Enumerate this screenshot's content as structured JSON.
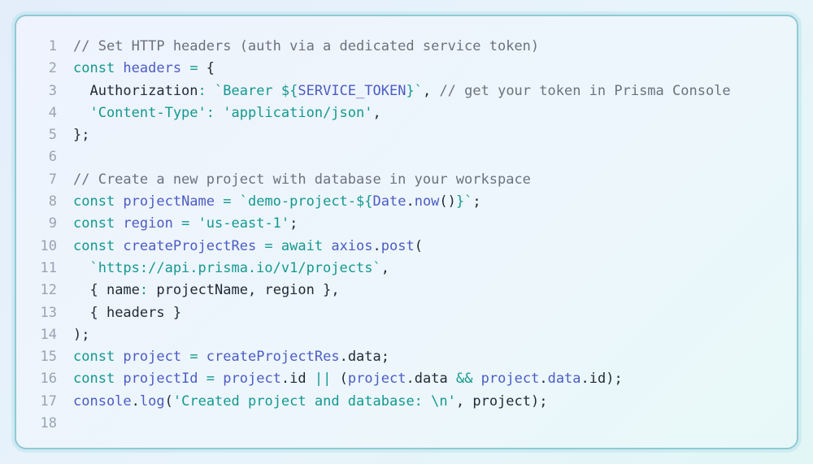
{
  "code": {
    "lines": [
      {
        "n": "1",
        "tokens": [
          {
            "t": "// Set HTTP headers (auth via a dedicated service token)",
            "c": "comment"
          }
        ]
      },
      {
        "n": "2",
        "tokens": [
          {
            "t": "const ",
            "c": "keyword"
          },
          {
            "t": "headers",
            "c": "ident"
          },
          {
            "t": " = ",
            "c": "op"
          },
          {
            "t": "{",
            "c": "punct"
          }
        ]
      },
      {
        "n": "3",
        "tokens": [
          {
            "t": "  Authorization",
            "c": "prop"
          },
          {
            "t": ": ",
            "c": "op"
          },
          {
            "t": "`Bearer ",
            "c": "string"
          },
          {
            "t": "${",
            "c": "string"
          },
          {
            "t": "SERVICE_TOKEN",
            "c": "ident"
          },
          {
            "t": "}",
            "c": "string"
          },
          {
            "t": "`",
            "c": "string"
          },
          {
            "t": ", ",
            "c": "punct"
          },
          {
            "t": "// get your token in Prisma Console",
            "c": "comment"
          }
        ]
      },
      {
        "n": "4",
        "tokens": [
          {
            "t": "  'Content-Type'",
            "c": "string"
          },
          {
            "t": ": ",
            "c": "op"
          },
          {
            "t": "'application/json'",
            "c": "string"
          },
          {
            "t": ",",
            "c": "punct"
          }
        ]
      },
      {
        "n": "5",
        "tokens": [
          {
            "t": "};",
            "c": "punct"
          }
        ]
      },
      {
        "n": "6",
        "tokens": []
      },
      {
        "n": "7",
        "tokens": [
          {
            "t": "// Create a new project with database in your workspace",
            "c": "comment"
          }
        ]
      },
      {
        "n": "8",
        "tokens": [
          {
            "t": "const ",
            "c": "keyword"
          },
          {
            "t": "projectName",
            "c": "ident"
          },
          {
            "t": " = ",
            "c": "op"
          },
          {
            "t": "`demo-project-${",
            "c": "string"
          },
          {
            "t": "Date",
            "c": "ident"
          },
          {
            "t": ".",
            "c": "punct"
          },
          {
            "t": "now",
            "c": "ident"
          },
          {
            "t": "()",
            "c": "punct"
          },
          {
            "t": "}`",
            "c": "string"
          },
          {
            "t": ";",
            "c": "punct"
          }
        ]
      },
      {
        "n": "9",
        "tokens": [
          {
            "t": "const ",
            "c": "keyword"
          },
          {
            "t": "region",
            "c": "ident"
          },
          {
            "t": " = ",
            "c": "op"
          },
          {
            "t": "'us-east-1'",
            "c": "string"
          },
          {
            "t": ";",
            "c": "punct"
          }
        ]
      },
      {
        "n": "10",
        "tokens": [
          {
            "t": "const ",
            "c": "keyword"
          },
          {
            "t": "createProjectRes",
            "c": "ident"
          },
          {
            "t": " = ",
            "c": "op"
          },
          {
            "t": "await ",
            "c": "keyword"
          },
          {
            "t": "axios",
            "c": "ident"
          },
          {
            "t": ".",
            "c": "punct"
          },
          {
            "t": "post",
            "c": "ident"
          },
          {
            "t": "(",
            "c": "punct"
          }
        ]
      },
      {
        "n": "11",
        "tokens": [
          {
            "t": "  `https://api.prisma.io/v1/projects`",
            "c": "string"
          },
          {
            "t": ",",
            "c": "punct"
          }
        ]
      },
      {
        "n": "12",
        "tokens": [
          {
            "t": "  { ",
            "c": "punct"
          },
          {
            "t": "name",
            "c": "prop"
          },
          {
            "t": ": ",
            "c": "op"
          },
          {
            "t": "projectName",
            "c": "plain"
          },
          {
            "t": ", ",
            "c": "punct"
          },
          {
            "t": "region",
            "c": "plain"
          },
          {
            "t": " },",
            "c": "punct"
          }
        ]
      },
      {
        "n": "13",
        "tokens": [
          {
            "t": "  { ",
            "c": "punct"
          },
          {
            "t": "headers",
            "c": "plain"
          },
          {
            "t": " }",
            "c": "punct"
          }
        ]
      },
      {
        "n": "14",
        "tokens": [
          {
            "t": ");",
            "c": "punct"
          }
        ]
      },
      {
        "n": "15",
        "tokens": [
          {
            "t": "const ",
            "c": "keyword"
          },
          {
            "t": "project",
            "c": "ident"
          },
          {
            "t": " = ",
            "c": "op"
          },
          {
            "t": "createProjectRes",
            "c": "ident"
          },
          {
            "t": ".",
            "c": "punct"
          },
          {
            "t": "data",
            "c": "plain"
          },
          {
            "t": ";",
            "c": "punct"
          }
        ]
      },
      {
        "n": "16",
        "tokens": [
          {
            "t": "const ",
            "c": "keyword"
          },
          {
            "t": "projectId",
            "c": "ident"
          },
          {
            "t": " = ",
            "c": "op"
          },
          {
            "t": "project",
            "c": "ident"
          },
          {
            "t": ".",
            "c": "punct"
          },
          {
            "t": "id",
            "c": "plain"
          },
          {
            "t": " || ",
            "c": "op"
          },
          {
            "t": "(",
            "c": "punct"
          },
          {
            "t": "project",
            "c": "ident"
          },
          {
            "t": ".",
            "c": "punct"
          },
          {
            "t": "data",
            "c": "plain"
          },
          {
            "t": " && ",
            "c": "op"
          },
          {
            "t": "project",
            "c": "ident"
          },
          {
            "t": ".",
            "c": "punct"
          },
          {
            "t": "data",
            "c": "ident"
          },
          {
            "t": ".",
            "c": "punct"
          },
          {
            "t": "id",
            "c": "plain"
          },
          {
            "t": ");",
            "c": "punct"
          }
        ]
      },
      {
        "n": "17",
        "tokens": [
          {
            "t": "console",
            "c": "ident"
          },
          {
            "t": ".",
            "c": "punct"
          },
          {
            "t": "log",
            "c": "ident"
          },
          {
            "t": "(",
            "c": "punct"
          },
          {
            "t": "'Created project and database: \\n'",
            "c": "string"
          },
          {
            "t": ", ",
            "c": "punct"
          },
          {
            "t": "project",
            "c": "plain"
          },
          {
            "t": ");",
            "c": "punct"
          }
        ]
      },
      {
        "n": "18",
        "tokens": []
      }
    ]
  }
}
